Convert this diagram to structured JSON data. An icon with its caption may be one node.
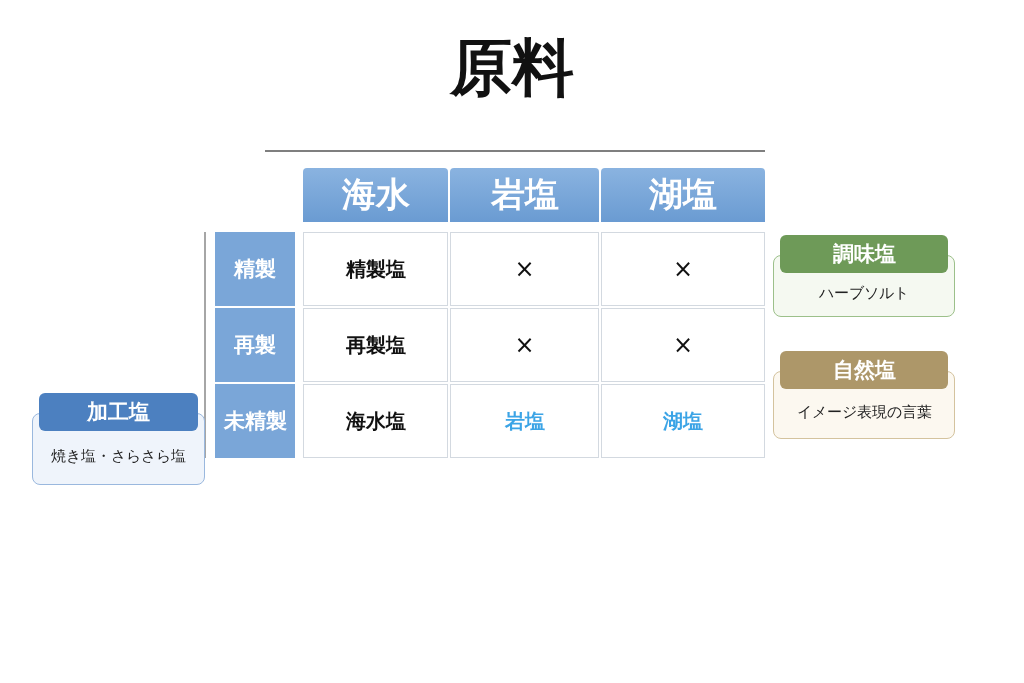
{
  "diagram": {
    "title": "原料",
    "nodes": [
      {
        "text": [
          "調味塩",
          "ハーブソルト"
        ]
      },
      {
        "text": [
          "自然塩",
          "イメージ表現の言葉"
        ]
      },
      {
        "text": [
          "加工塩",
          "焼き塩・さらさら塩"
        ]
      }
    ],
    "edges": [],
    "labels": [
      "海水",
      "岩塩",
      "湖塩",
      "精製",
      "精製塩",
      "×",
      "×",
      "再製",
      "再製塩",
      "×",
      "×",
      "未精製",
      "海水塩",
      "岩塩",
      "湖塩"
    ]
  }
}
